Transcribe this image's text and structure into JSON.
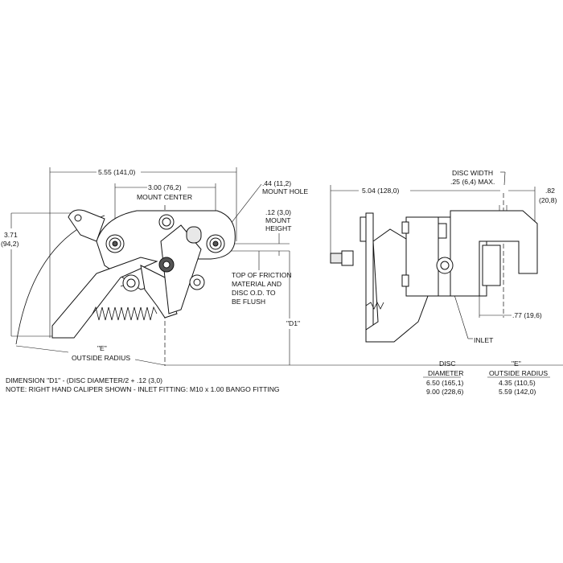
{
  "left_view": {
    "overall_width": "5.55 (141,0)",
    "mount_center_dim": "3.00 (76,2)",
    "mount_center_label": "MOUNT CENTER",
    "mount_hole_dim": ".44 (11,2)",
    "mount_hole_label": "MOUNT HOLE",
    "mount_height_dim": ".12 (3,0)",
    "mount_height_label1": "MOUNT",
    "mount_height_label2": "HEIGHT",
    "height_dim": "3.71",
    "height_dim_mm": "(94,2)",
    "friction_note": [
      "TOP OF FRICTION",
      "MATERIAL AND",
      "DISC O.D. TO",
      "BE FLUSH"
    ],
    "d1_label": "\"D1\"",
    "e_label": "\"E\"",
    "outside_radius_label": "OUTSIDE RADIUS"
  },
  "notes": [
    "DIMENSION \"D1\" - (DISC DIAMETER/2 + .12 (3,0)",
    "NOTE: RIGHT HAND CALIPER SHOWN - INLET FITTING: M10 x 1.00 BANGO FITTING"
  ],
  "right_view": {
    "disc_width_label": "DISC WIDTH",
    "disc_width_dim": ".25 (6,4) MAX.",
    "overall_length": "5.04 (128,0)",
    "offset_dim": ".82",
    "offset_dim_mm": "(20,8)",
    "depth_dim": ".77 (19,6)",
    "inlet_label": "INLET"
  },
  "table": {
    "headers": [
      [
        "DISC",
        "DIAMETER"
      ],
      [
        "\"E\"",
        "OUTSIDE RADIUS"
      ]
    ],
    "rows": [
      [
        "6.50  (165,1)",
        "4.35  (110,5)"
      ],
      [
        "9.00  (228,6)",
        "5.59  (142,0)"
      ]
    ]
  }
}
